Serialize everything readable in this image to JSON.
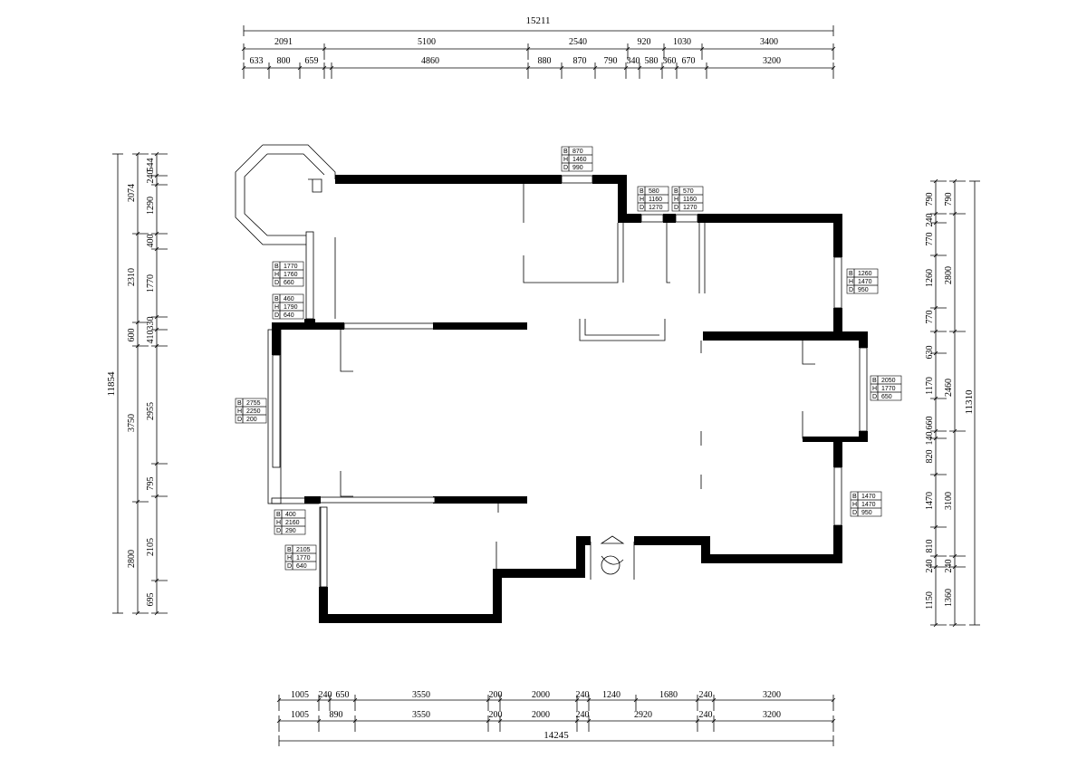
{
  "drawing": {
    "top_total": "15211",
    "top_row1": [
      "2091",
      "5100",
      "2540",
      "920",
      "1030",
      "3400"
    ],
    "top_row2": [
      "633",
      "800",
      "659",
      "4860",
      "880",
      "870",
      "790",
      "340",
      "580",
      "360",
      "670",
      "3200"
    ],
    "bottom_total": "14245",
    "bottom_row1": [
      "1005",
      "240",
      "650",
      "3550",
      "200",
      "2000",
      "240",
      "1240",
      "1680",
      "240",
      "3200"
    ],
    "bottom_row2": [
      "1005",
      "890",
      "3550",
      "200",
      "2000",
      "240",
      "2920",
      "240",
      "3200"
    ],
    "left_total": "11854",
    "left_outer": [
      "2074",
      "2310",
      "600",
      "3750",
      "2800"
    ],
    "left_inner": [
      "544",
      "240",
      "1290",
      "400",
      "1770",
      "330",
      "410",
      "2955",
      "795",
      "2105",
      "695"
    ],
    "right_total": "11310",
    "right_outer": [
      "790",
      "2800",
      "2460",
      "3100",
      "240",
      "1360"
    ],
    "right_inner": [
      "790",
      "240",
      "770",
      "1260",
      "770",
      "630",
      "1170",
      "660",
      "140",
      "820",
      "1470",
      "810",
      "240",
      "1150"
    ],
    "window_tags": [
      {
        "b": "870",
        "h": "1460",
        "d": "990"
      },
      {
        "b": "580",
        "h": "1160",
        "d": "1270"
      },
      {
        "b": "570",
        "h": "1160",
        "d": "1270"
      },
      {
        "b": "1770",
        "h": "1760",
        "d": "660"
      },
      {
        "b": "460",
        "h": "1790",
        "d": "640"
      },
      {
        "b": "1260",
        "h": "1470",
        "d": "950"
      },
      {
        "b": "2755",
        "h": "2250",
        "d": "200"
      },
      {
        "b": "2050",
        "h": "1770",
        "d": "650"
      },
      {
        "b": "400",
        "h": "2160",
        "d": "290"
      },
      {
        "b": "1470",
        "h": "1470",
        "d": "950"
      },
      {
        "b": "2105",
        "h": "1770",
        "d": "640"
      }
    ],
    "tag_labels": {
      "b": "B",
      "h": "H",
      "d": "D"
    }
  }
}
